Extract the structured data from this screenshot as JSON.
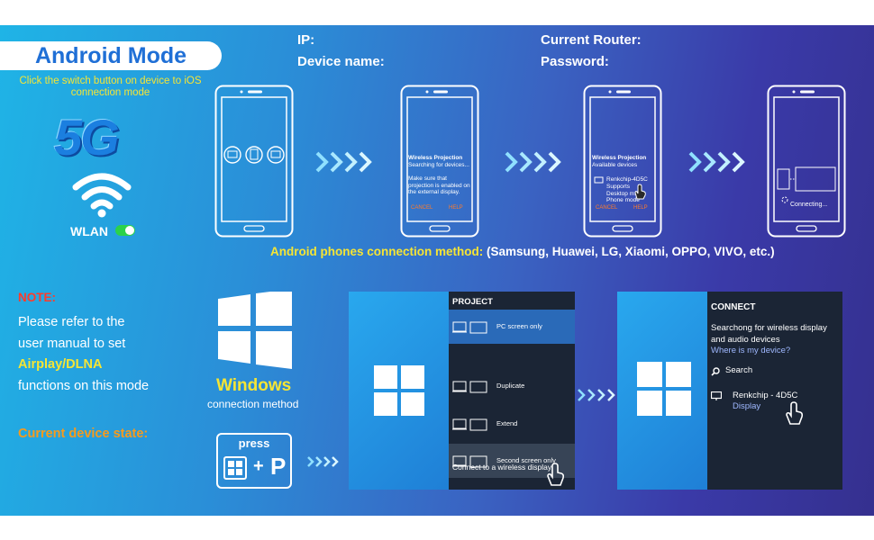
{
  "mode_title": "Android Mode",
  "switch_note": "Click the switch button on device to iOS connection mode",
  "badge_5g": "5G",
  "wlan_label": "WLAN",
  "header": {
    "ip_label": "IP:",
    "device_name_label": "Device name:",
    "router_label": "Current Router:",
    "password_label": "Password:"
  },
  "phones": {
    "p2": {
      "title": "Wireless Projection",
      "status": "Searching for devices...",
      "hint": "Make sure that projection is enabled on the external display.",
      "cancel": "CANCEL",
      "help": "HELP"
    },
    "p3": {
      "title": "Wireless Projection",
      "status": "Available devices",
      "device": "Renkchip-4D5C",
      "device_sub": "Supports Desktop m... Phone mode",
      "cancel": "CANCEL",
      "help": "HELP"
    },
    "p4": {
      "status": "Connecting..."
    }
  },
  "android_caption": {
    "label": "Android phones connection method:",
    "brands": "(Samsung,  Huawei, LG, Xiaomi, OPPO, VIVO, etc.)"
  },
  "note": {
    "label": "NOTE:",
    "line1": "Please refer to the",
    "line2": "user manual to set",
    "line3": "Airplay/DLNA",
    "line4": "functions on this mode"
  },
  "device_state_label": "Current device state:",
  "windows": {
    "word": "Windows",
    "sub": "connection method",
    "press": "press",
    "plus": "+",
    "key": "P"
  },
  "project_panel": {
    "title": "PROJECT",
    "options": [
      "PC screen only",
      "Duplicate",
      "Extend",
      "Second screen only"
    ],
    "footer": "Connect to a wireless display"
  },
  "connect_panel": {
    "title": "CONNECT",
    "line1": "Searchong for wireless display",
    "line2": "and audio devices",
    "link": "Where is my device?",
    "search": "Search",
    "device": "Renkchip - 4D5C",
    "device_sub": "Display"
  },
  "colors": {
    "accent_yellow": "#f6e534",
    "note_red": "#ff3b2b",
    "state_orange": "#f79b1c",
    "title_blue": "#1f6fd6",
    "wlan_green": "#2bd24a"
  }
}
